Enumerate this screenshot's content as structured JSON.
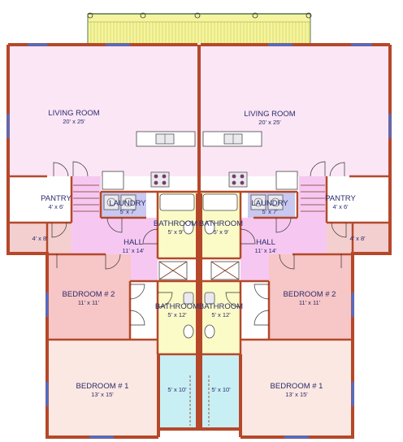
{
  "rooms": {
    "living_left": {
      "name": "LIVING ROOM",
      "dim": "20' x 25'"
    },
    "living_right": {
      "name": "LIVING ROOM",
      "dim": "20' x 25'"
    },
    "pantry_left": {
      "name": "PANTRY",
      "dim": "4' x 6'"
    },
    "pantry_right": {
      "name": "PANTRY",
      "dim": "4' x 6'"
    },
    "laundry_left": {
      "name": "LAUNDRY",
      "dim": "5' x 7'"
    },
    "laundry_right": {
      "name": "LAUNDRY",
      "dim": "5' x 7'"
    },
    "bath1_left": {
      "name": "BATHROOM",
      "dim": "5' x 9'"
    },
    "bath1_right": {
      "name": "BATHROOM",
      "dim": "5' x 9'"
    },
    "hall_left": {
      "name": "HALL",
      "dim": "11' x 14'"
    },
    "hall_right": {
      "name": "HALL",
      "dim": "11' x 14'"
    },
    "closet_left": {
      "dim": "4' x 8'"
    },
    "closet_right": {
      "dim": "4' x 8'"
    },
    "bed2_left": {
      "name": "BEDROOM # 2",
      "dim": "11' x 11'"
    },
    "bed2_right": {
      "name": "BEDROOM # 2",
      "dim": "11' x 11'"
    },
    "bath2_left": {
      "name": "BATHROOM",
      "dim": "5' x 12'"
    },
    "bath2_right": {
      "name": "BATHROOM",
      "dim": "5' x 12'"
    },
    "bed1_left": {
      "name": "BEDROOM # 1",
      "dim": "13' x 15'"
    },
    "bed1_right": {
      "name": "BEDROOM # 1",
      "dim": "13' x 15'"
    },
    "wic_left": {
      "dim": "5' x 10'"
    },
    "wic_right": {
      "dim": "5' x 10'"
    }
  },
  "colors": {
    "living": "#fbe6f6",
    "bedroom2": "#f7c6c6",
    "bedroom1": "#fbe8e2",
    "hall": "#f6c8f1",
    "laundry": "#c8c8f0",
    "bathroom": "#fbfbc8",
    "walk_in_closet": "#c8f0f4",
    "pantry": "#ffffff",
    "closet": "#f3cfcf",
    "deck": "#f5f5a0",
    "wall": "#b5482a"
  }
}
